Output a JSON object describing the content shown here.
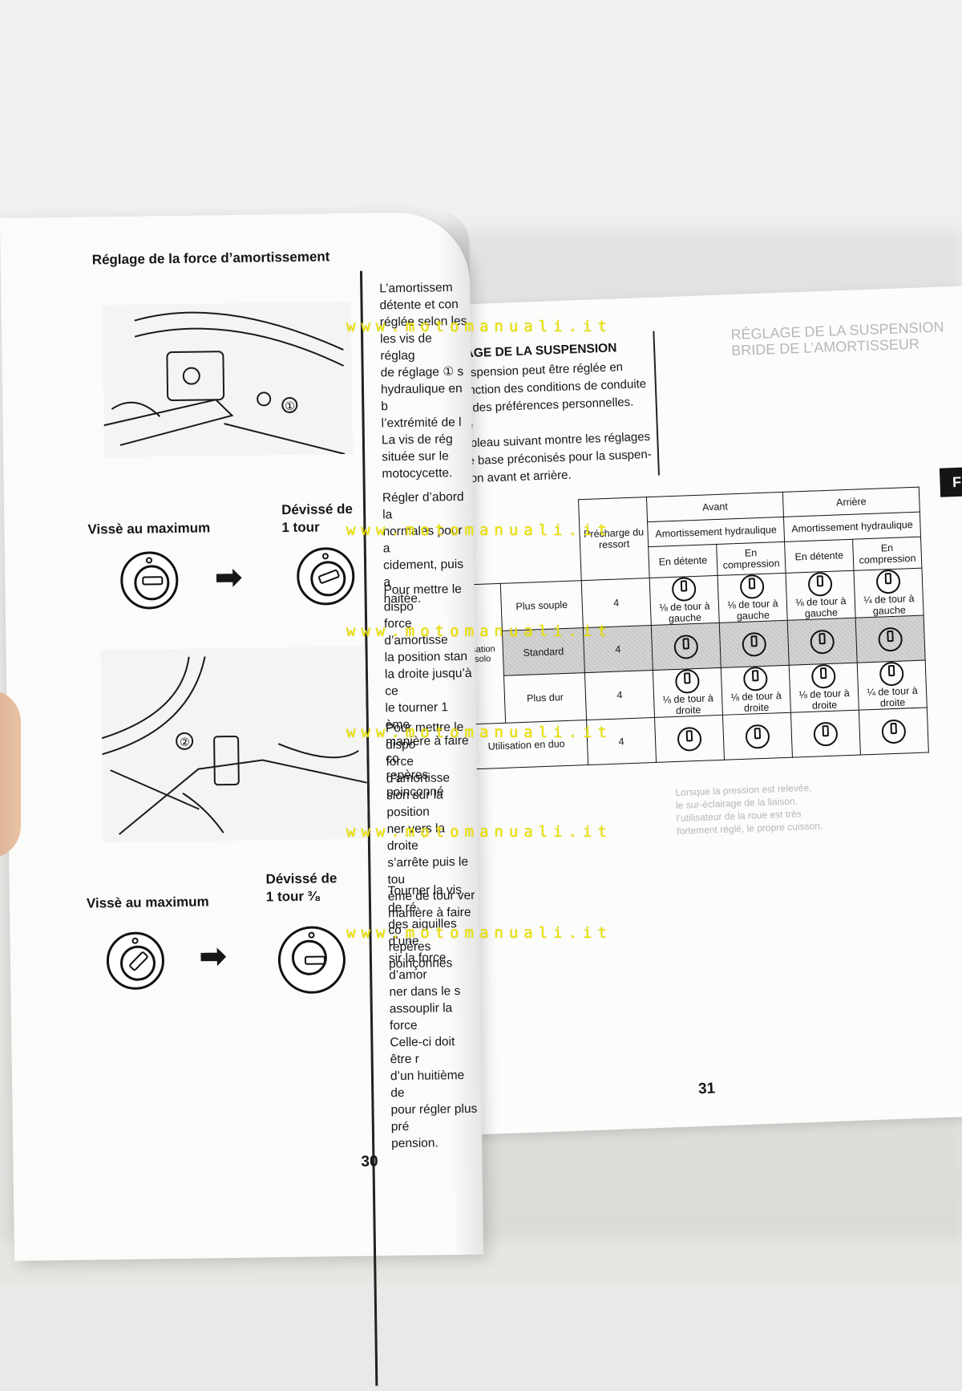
{
  "left_page": {
    "title": "Réglage de la force d’amortissement",
    "label_max_1": "Vissè au maximum",
    "label_unscrew_1a": "Dévissé de",
    "label_unscrew_1b": "1 tour",
    "label_max_2": "Vissè au maximum",
    "label_unscrew_2a": "Dévissé de",
    "label_unscrew_2b": "1 tour ³⁄₈",
    "callout_1": "①",
    "callout_2": "②",
    "text_block_1": "L’amortissem\ndétente et con\nréglée selon les\nles vis de réglag\nde réglage ① s\nhydraulique en b\nl’extrémité de l\nLa vis de rég\nsituée sur le\nmotocycette.",
    "text_block_2": "Régler d’abord la\nnormales pour a\ncidement, puis a\nhaitée.",
    "text_block_3": "Pour mettre le dispo\nforce d’amortisse\nla position stan\nla droite jusqu’à ce\nle tourner 1 ème\nmanière à faire co\nrepères poinçonné",
    "text_block_4": "Pour mettre le dispo\nforce d’amortisse\nsion sur la position\nner vers la droite\ns’arrête puis le tou\nème de tour ver\nmanière à faire co\nrepères poinçonnés",
    "text_block_5": "Tourner la vis de ré\ndes aiguilles d’une\nsir la force d’amor\nner dans le s\nassouplir la force\nCelle-ci doit être r\nd’un huitième de\npour régler plus pré\npension.",
    "page_number": "30"
  },
  "right_page": {
    "title": "LAGE DE LA SUSPENSION",
    "intro": "suspension peut être réglée en\nfonction des conditions de conduite\net des préférences personnelles. Le\ntableau suivant montre les réglages\nde base préconisés pour la suspen-\nsion avant et arrière.",
    "tab_letter": "F",
    "page_number": "31",
    "table": {
      "avant": "Avant",
      "arriere": "Arrière",
      "precharge": "Précharge du ressort",
      "amort_hydraulique": "Amortissement hydraulique",
      "en_detente": "En détente",
      "en_compression": "En compression",
      "utilisation_solo": "isation solo",
      "utilisation_duo": "Utilisation en duo",
      "rows": [
        {
          "label": "Plus souple",
          "precharge": "4",
          "cells": [
            "⅛ de tour à gauche",
            "⅛ de tour à gauche",
            "⅛ de tour à gauche",
            "¼ de tour à gauche"
          ]
        },
        {
          "label": "Standard",
          "precharge": "4",
          "cells": [
            "",
            "",
            "",
            ""
          ]
        },
        {
          "label": "Plus dur",
          "precharge": "4",
          "cells": [
            "⅛ de tour à droite",
            "⅛ de tour à droite",
            "⅛ de tour à droite",
            "¼ de tour à droite"
          ]
        },
        {
          "label": "",
          "precharge": "4",
          "cells": [
            "",
            "",
            "",
            ""
          ]
        }
      ]
    }
  },
  "watermark": "www.motomanuali.it"
}
